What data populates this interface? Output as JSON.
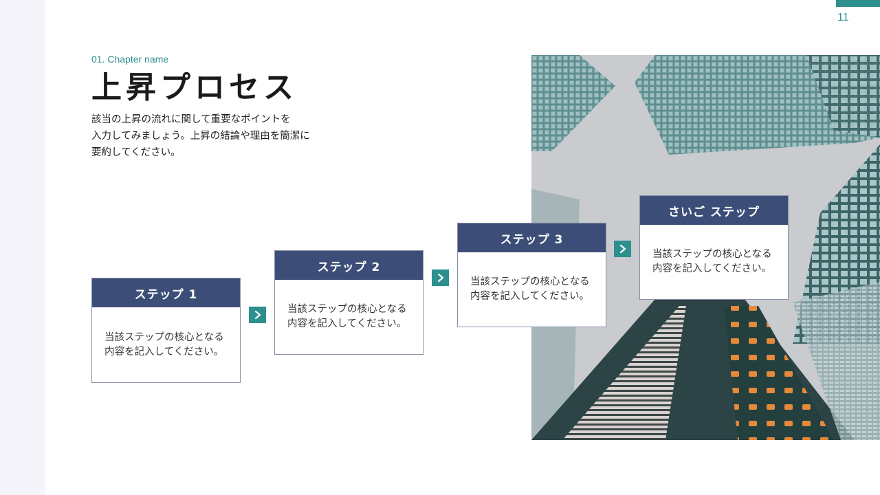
{
  "slide": {
    "page_number": "11",
    "chapter_label": "01. Chapter name",
    "title": "上昇プロセス",
    "description_lines": [
      "該当の上昇の流れに関して重要なポイントを",
      "入力してみましょう。上昇の結論や理由を簡潔に",
      "要約してください。"
    ]
  },
  "steps": [
    {
      "title": "ステップ 1",
      "body_lines": [
        "当該ステップの核心となる",
        "内容を記入してください。"
      ]
    },
    {
      "title": "ステップ 2",
      "body_lines": [
        "当該ステップの核心となる",
        "内容を記入してください。"
      ]
    },
    {
      "title": "ステップ 3",
      "body_lines": [
        "当該ステップの核心となる",
        "内容を記入してください。"
      ]
    },
    {
      "title": "さいご ステップ",
      "body_lines": [
        "当該ステップの核心となる",
        "内容を記入してください。"
      ]
    }
  ],
  "icons": {
    "arrow": "chevron-right-icon",
    "photo": "skyscrapers-photo"
  },
  "colors": {
    "accent_teal": "#2e8f8f",
    "step_header_navy": "#3c4e78",
    "side_strip": "#f4f4fa"
  }
}
